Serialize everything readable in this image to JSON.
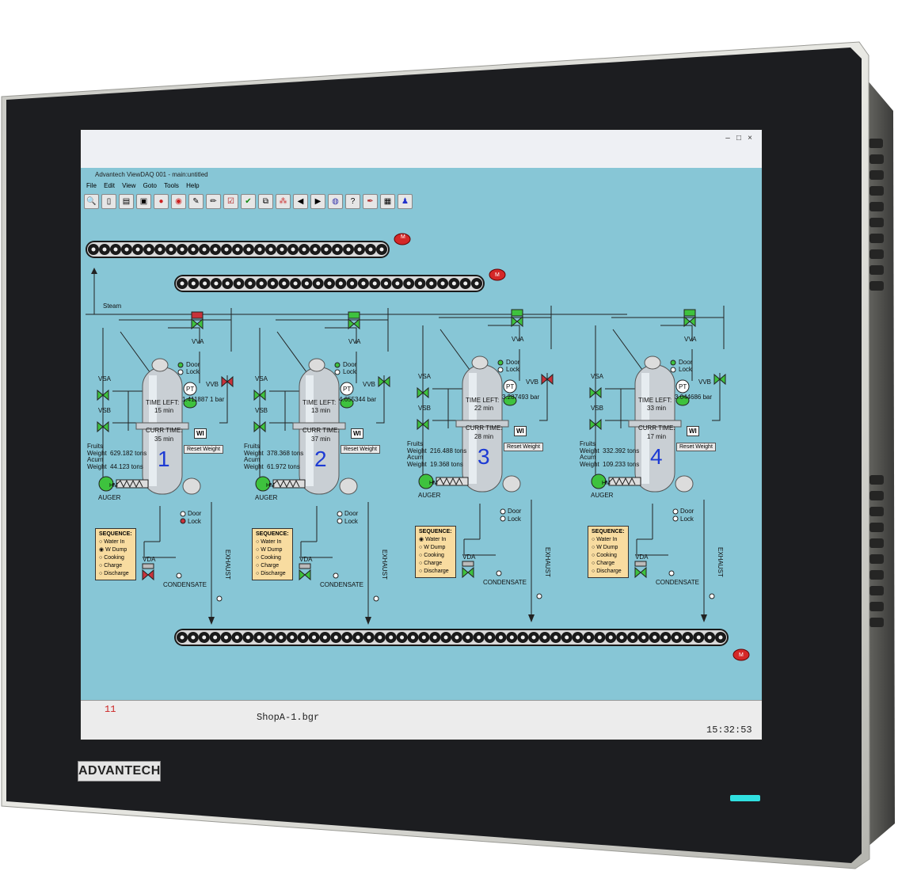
{
  "brand": "ADVANTECH",
  "window": {
    "title": "Advantech ViewDAQ 001 - main:untitled",
    "controls": [
      "–",
      "□",
      "×"
    ]
  },
  "menu": [
    "File",
    "Edit",
    "View",
    "Goto",
    "Tools",
    "Help"
  ],
  "toolbar_icons": [
    "search-icon",
    "file-icon",
    "print-icon",
    "printer-icon",
    "record-icon",
    "alarm-icon",
    "edit-icon",
    "pencil-icon",
    "checkmark-box-icon",
    "check-icon",
    "copy-icon",
    "dots-icon",
    "arrow-left-icon",
    "arrow-right-icon",
    "globe-icon",
    "help-icon",
    "pen-icon",
    "chart-icon",
    "user-icon"
  ],
  "process": {
    "steam_label": "Steam",
    "motor_label": "M",
    "tanks": [
      {
        "number": "1",
        "time_left_label": "TIME LEFT:",
        "time_left": "15 min",
        "curr_time_label": "CURR TIME:",
        "curr_time": "35 min",
        "pt_label": "PT",
        "pressure": "1.411887 1 bar",
        "fruits_label": "Fruits",
        "weight_label": "Weight",
        "weight": "629.182 tons",
        "acum_label": "Acum",
        "acum_weight_label": "Weight",
        "acum_weight": "44.123 tons",
        "wi": "WI",
        "reset": "Reset Weight",
        "vsa": "VSA",
        "vsb": "VSB",
        "vva": "VVA",
        "vvb": "VVB",
        "vda": "VDA",
        "hm": "HM",
        "auger": "AUGER",
        "condensate": "CONDENSATE",
        "exhaust": "EXHAUST",
        "door": "Door",
        "lock": "Lock"
      },
      {
        "number": "2",
        "time_left_label": "TIME LEFT:",
        "time_left": "13 min",
        "curr_time_label": "CURR TIME:",
        "curr_time": "37 min",
        "pt_label": "PT",
        "pressure": "4.655344 bar",
        "fruits_label": "Fruits",
        "weight_label": "Weight",
        "weight": "378.368 tons",
        "acum_label": "Acum",
        "acum_weight_label": "Weight",
        "acum_weight": "61.972 tons",
        "wi": "WI",
        "reset": "Reset Weight",
        "vsa": "VSA",
        "vsb": "VSB",
        "vva": "VVA",
        "vvb": "VVB",
        "vda": "VDA",
        "hm": "HM",
        "auger": "AUGER",
        "condensate": "CONDENSATE",
        "exhaust": "EXHAUST",
        "door": "Door",
        "lock": "Lock"
      },
      {
        "number": "3",
        "time_left_label": "TIME LEFT:",
        "time_left": "22 min",
        "curr_time_label": "CURR TIME:",
        "curr_time": "28 min",
        "pt_label": "PT",
        "pressure": "3.287493 bar",
        "fruits_label": "Fruits",
        "weight_label": "Weight",
        "weight": "216.488 tons",
        "acum_label": "Acum",
        "acum_weight_label": "Weight",
        "acum_weight": "19.368 tons",
        "wi": "WI",
        "reset": "Reset Weight",
        "vsa": "VSA",
        "vsb": "VSB",
        "vva": "VVA",
        "vvb": "VVB",
        "vda": "VDA",
        "hm": "HM",
        "auger": "AUGER",
        "condensate": "CONDENSATE",
        "exhaust": "EXHAUST",
        "door": "Door",
        "lock": "Lock"
      },
      {
        "number": "4",
        "time_left_label": "TIME LEFT:",
        "time_left": "33 min",
        "curr_time_label": "CURR TIME:",
        "curr_time": "17 min",
        "pt_label": "PT",
        "pressure": "3.044686 bar",
        "fruits_label": "Fruits",
        "weight_label": "Weight",
        "weight": "332.392 tons",
        "acum_label": "Acum",
        "acum_weight_label": "Weight",
        "acum_weight": "109.233 tons",
        "wi": "WI",
        "reset": "Reset Weight",
        "vsa": "VSA",
        "vsb": "VSB",
        "vva": "VVA",
        "vvb": "VVB",
        "vda": "VDA",
        "hm": "HM",
        "auger": "AUGER",
        "condensate": "CONDENSATE",
        "exhaust": "EXHAUST",
        "door": "Door",
        "lock": "Lock"
      }
    ],
    "sequence": {
      "title": "SEQUENCE:",
      "steps": [
        "Water In",
        "W Dump",
        "Cooking",
        "Charge",
        "Discharge"
      ]
    }
  },
  "status": {
    "counter": "11",
    "file": "ShopA-1.bgr",
    "clock": "15:32:53"
  },
  "colors": {
    "screen_bg": "#87c6d6",
    "bezel": "#1c1d20",
    "valve_green": "#3ec23e",
    "valve_red": "#c8323a",
    "motor_red": "#d42828",
    "tank_number": "#1d3bd4",
    "led": "#30e0e0"
  }
}
